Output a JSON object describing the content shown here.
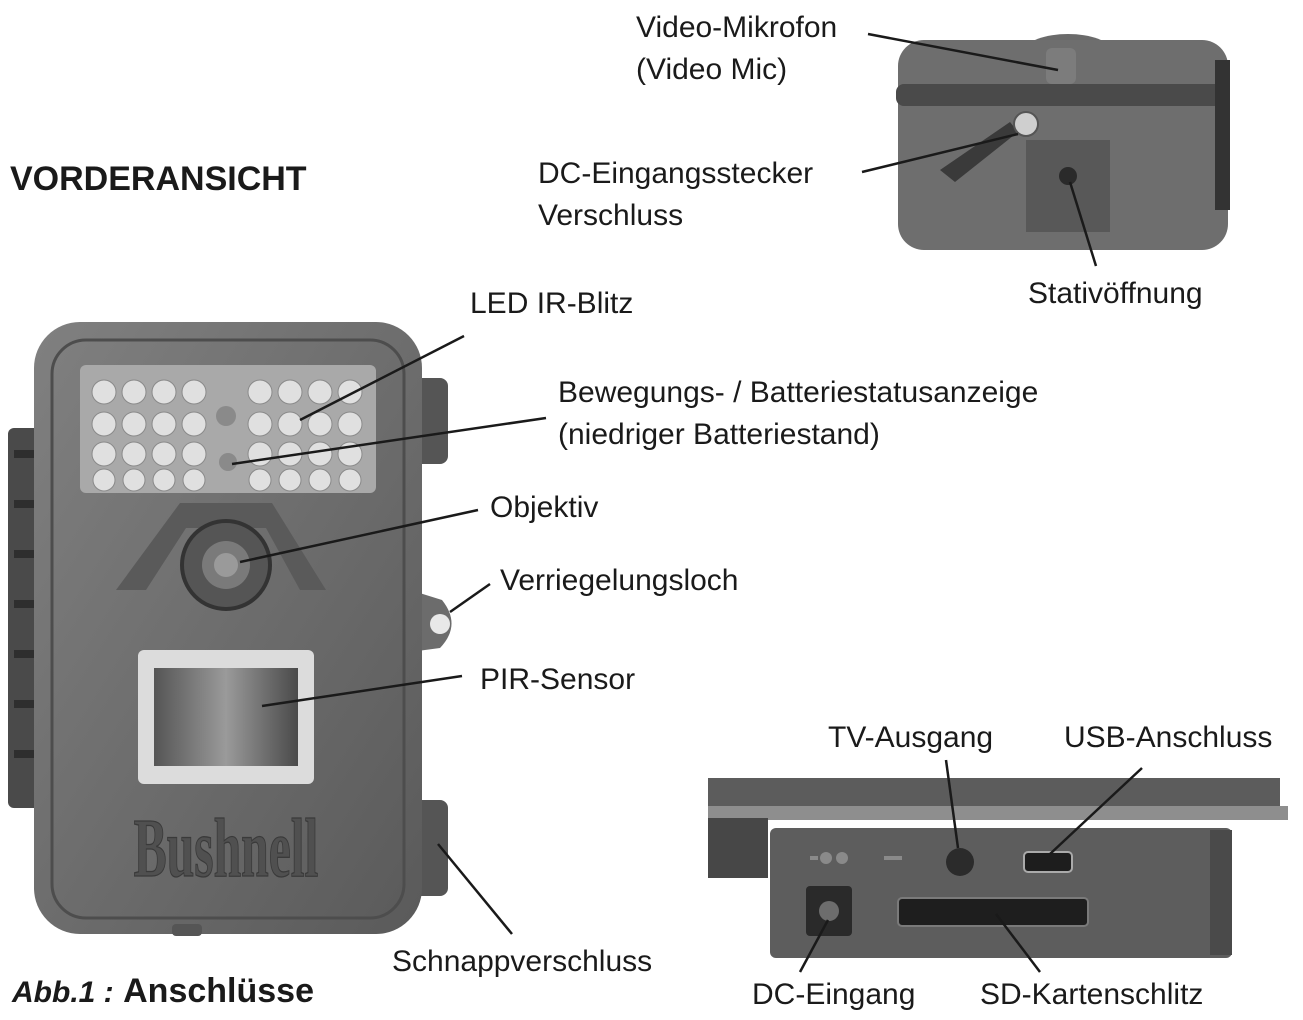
{
  "heading": "VORDERANSICHT",
  "caption": {
    "prefix": "Abb.1 :",
    "title": "Anschlüsse"
  },
  "brand_logo": "Bushnell",
  "labels": {
    "video_mic_1": "Video-Mikrofon",
    "video_mic_2": "(Video Mic)",
    "dc_jack_1": "DC-Eingangsstecker",
    "dc_jack_2": "Verschluss",
    "tripod": "Stativöffnung",
    "led": "LED IR-Blitz",
    "motion_1": "Bewegungs- / Batteriestatusanzeige",
    "motion_2": "(niedriger Batteriestand)",
    "lens": "Objektiv",
    "lock": "Verriegelungsloch",
    "pir": "PIR-Sensor",
    "latch": "Schnappverschluss",
    "tv": "TV-Ausgang",
    "usb": "USB-Anschluss",
    "dc_in": "DC-Eingang",
    "sd": "SD-Kartenschlitz"
  },
  "colors": {
    "body": "#6a6a6a",
    "body_dark": "#3c3c3c",
    "panel": "#8c8c8c",
    "led": "#d9d9d9",
    "line": "#1a1a1a"
  }
}
